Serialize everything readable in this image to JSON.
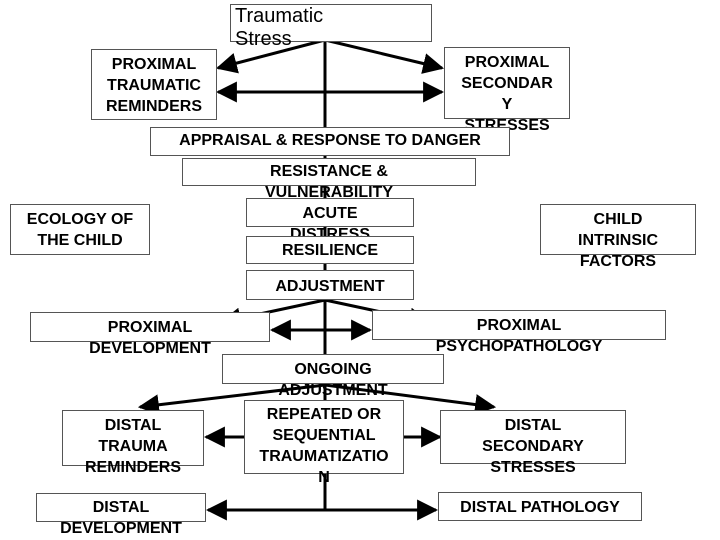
{
  "nodes": {
    "traumatic_stress": "Traumatic\nStress",
    "proximal_traumatic_reminders": "PROXIMAL\nTRAUMATIC\nREMINDERS",
    "proximal_secondary_stresses": "PROXIMAL\nSECONDAR\nY\nSTRESSES",
    "appraisal": "APPRAISAL & RESPONSE TO DANGER",
    "resistance": "RESISTANCE &\nVULNERABILITY",
    "ecology": "ECOLOGY OF\nTHE CHILD",
    "acute_distress": "ACUTE\nDISTRESS",
    "child_intrinsic": "CHILD\nINTRINSIC\nFACTORS",
    "resilience": "RESILIENCE",
    "adjustment": "ADJUSTMENT",
    "proximal_development": "PROXIMAL\nDEVELOPMENT",
    "proximal_psychopathology": "PROXIMAL\nPSYCHOPATHOLOGY",
    "ongoing_adjustment": "ONGOING\nADJUSTMENT",
    "repeated": "REPEATED OR\nSEQUENTIAL\nTRAUMATIZATIO\nN",
    "distal_trauma_reminders": "DISTAL\nTRAUMA\nREMINDERS",
    "distal_secondary_stresses": "DISTAL\nSECONDARY\nSTRESSES",
    "distal_development": "DISTAL\nDEVELOPMENT",
    "distal_pathology": "DISTAL PATHOLOGY"
  },
  "colors": {
    "line": "#000000",
    "border": "#555555",
    "text": "#000000",
    "background": "#ffffff"
  }
}
